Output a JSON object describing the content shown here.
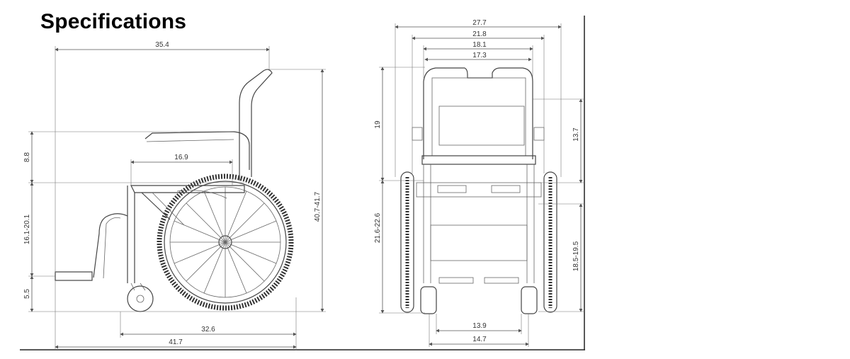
{
  "title": "Specifications",
  "side_view": {
    "overall_length": "35.4",
    "armrest_height_above_seat": "8.8",
    "seat_depth": "16.9",
    "seat_to_footrest": "16.1-20.1",
    "footrest_height": "5.5",
    "overall_height": "40.7-41.7",
    "wheelbase": "32.6",
    "overall_length_with_footrest": "41.7"
  },
  "front_view": {
    "overall_width": "27.7",
    "width_between_wheels": "21.8",
    "seat_width_outer": "18.1",
    "seat_width_inner": "17.3",
    "back_height": "19",
    "armrest_height": "13.7",
    "seat_height": "21.6-22.6",
    "seat_to_floor_right": "18.5-19.5",
    "footrest_inner_width": "13.9",
    "footrest_outer_width": "14.7"
  }
}
